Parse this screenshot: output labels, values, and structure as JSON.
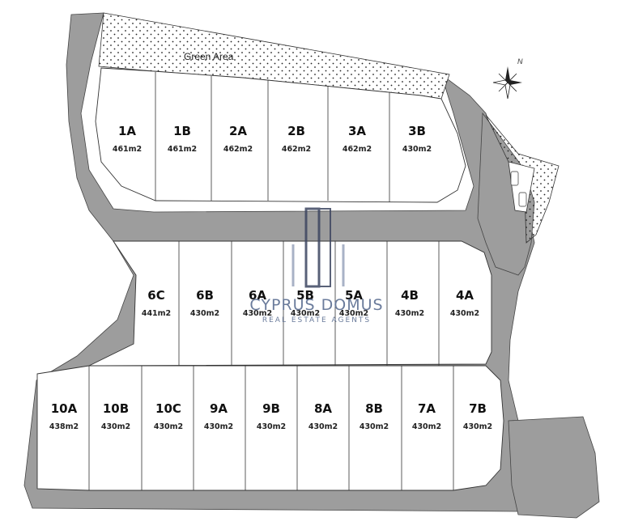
{
  "green_area_label": "Green Area",
  "north_label": "N",
  "watermark": {
    "title": "CYPRUS DOMUS",
    "subtitle": "REAL ESTATE AGENTS"
  },
  "colors": {
    "road": "#9d9d9d",
    "plot_fill": "#ffffff",
    "plot_border": "#333333",
    "watermark": "#6b7c9c",
    "watermark_dark": "#3d4661"
  },
  "blocks": {
    "top": [
      {
        "id": "1A",
        "area": "461m2"
      },
      {
        "id": "1B",
        "area": "461m2"
      },
      {
        "id": "2A",
        "area": "462m2"
      },
      {
        "id": "2B",
        "area": "462m2"
      },
      {
        "id": "3A",
        "area": "462m2"
      },
      {
        "id": "3B",
        "area": "430m2"
      }
    ],
    "middle": [
      {
        "id": "6C",
        "area": "441m2"
      },
      {
        "id": "6B",
        "area": "430m2"
      },
      {
        "id": "6A",
        "area": "430m2"
      },
      {
        "id": "5B",
        "area": "430m2"
      },
      {
        "id": "5A",
        "area": "430m2"
      },
      {
        "id": "4B",
        "area": "430m2"
      },
      {
        "id": "4A",
        "area": "430m2"
      }
    ],
    "bottom": [
      {
        "id": "10A",
        "area": "438m2"
      },
      {
        "id": "10B",
        "area": "430m2"
      },
      {
        "id": "10C",
        "area": "430m2"
      },
      {
        "id": "9A",
        "area": "430m2"
      },
      {
        "id": "9B",
        "area": "430m2"
      },
      {
        "id": "8A",
        "area": "430m2"
      },
      {
        "id": "8B",
        "area": "430m2"
      },
      {
        "id": "7A",
        "area": "430m2"
      },
      {
        "id": "7B",
        "area": "430m2"
      }
    ]
  }
}
